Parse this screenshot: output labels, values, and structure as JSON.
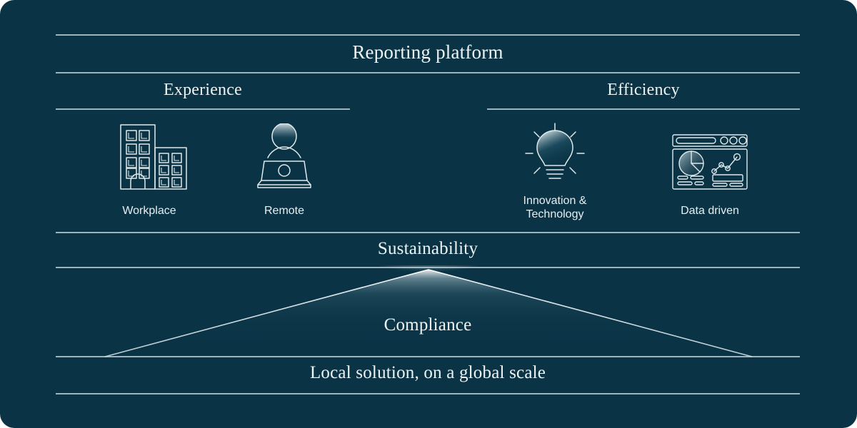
{
  "diagram": {
    "background_color": "#0a3446",
    "line_color": "#9fb4ba",
    "text_color": "#eef3f4",
    "title": "Reporting platform",
    "pillars": [
      {
        "id": "experience",
        "label": "Experience"
      },
      {
        "id": "efficiency",
        "label": "Efficiency"
      }
    ],
    "capabilities": [
      {
        "id": "workplace",
        "label": "Workplace",
        "icon": "office-buildings-icon",
        "pillar": "experience"
      },
      {
        "id": "remote",
        "label": "Remote",
        "icon": "person-laptop-icon",
        "pillar": "experience"
      },
      {
        "id": "innovation",
        "label": "Innovation &\nTechnology",
        "icon": "lightbulb-icon",
        "pillar": "efficiency"
      },
      {
        "id": "data",
        "label": "Data driven",
        "icon": "dashboard-chart-icon",
        "pillar": "efficiency"
      }
    ],
    "bands": [
      {
        "id": "sustainability",
        "label": "Sustainability"
      },
      {
        "id": "compliance",
        "label": "Compliance"
      },
      {
        "id": "footer",
        "label": "Local solution, on a global scale"
      }
    ]
  },
  "chart_data": {
    "type": "diagram",
    "title": "Reporting platform",
    "structure": "layered pyramid / stacked band framework",
    "layers": [
      {
        "level": 1,
        "name": "Reporting platform",
        "children": [
          "Experience",
          "Efficiency"
        ]
      },
      {
        "level": 2,
        "name": "Experience",
        "children": [
          "Workplace",
          "Remote"
        ]
      },
      {
        "level": 2,
        "name": "Efficiency",
        "children": [
          "Innovation & Technology",
          "Data driven"
        ]
      },
      {
        "level": 3,
        "name": "Sustainability",
        "children": []
      },
      {
        "level": 4,
        "name": "Compliance",
        "children": []
      },
      {
        "level": 5,
        "name": "Local solution, on a global scale",
        "children": []
      }
    ],
    "annotations": [
      "Workplace",
      "Remote",
      "Innovation & Technology",
      "Data driven"
    ],
    "legend": []
  }
}
